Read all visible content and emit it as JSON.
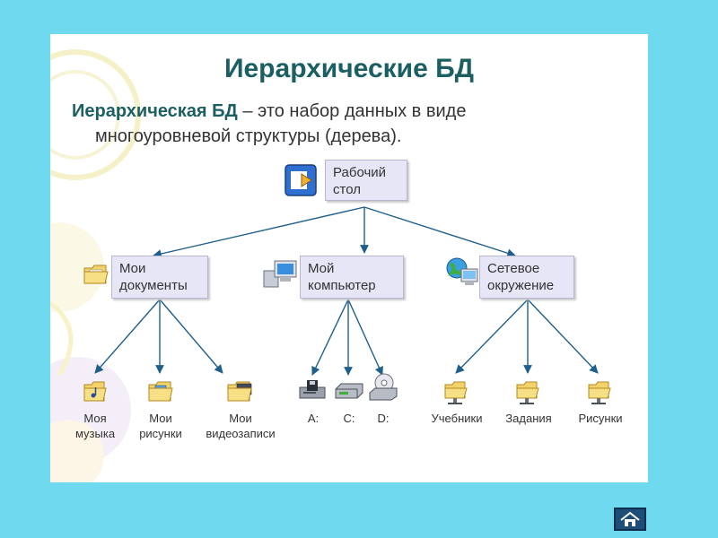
{
  "title": "Иерархические БД",
  "definition": {
    "term": "Иерархическая БД",
    "dash": " – ",
    "rest_line1": "это набор данных в виде",
    "line2": "многоуровневой структуры (дерева)."
  },
  "root": {
    "line1": "Рабочий",
    "line2": "стол"
  },
  "level1": [
    {
      "line1": "Мои",
      "line2": "документы"
    },
    {
      "line1": "Мой",
      "line2": "компьютер"
    },
    {
      "line1": "Сетевое",
      "line2": "окружение"
    }
  ],
  "leaves": {
    "documents": [
      {
        "line1": "Моя",
        "line2": "музыка"
      },
      {
        "line1": "Мои",
        "line2": "рисунки"
      },
      {
        "line1": "Мои",
        "line2": "видеозаписи"
      }
    ],
    "drives": [
      "A:",
      "C:",
      "D:"
    ],
    "network": [
      "Учебники",
      "Задания",
      "Рисунки"
    ]
  },
  "colors": {
    "background": "#6fd9f0",
    "title": "#1b5f63",
    "connector": "#1f5f8b",
    "node_fill": "#e6e6f7"
  }
}
